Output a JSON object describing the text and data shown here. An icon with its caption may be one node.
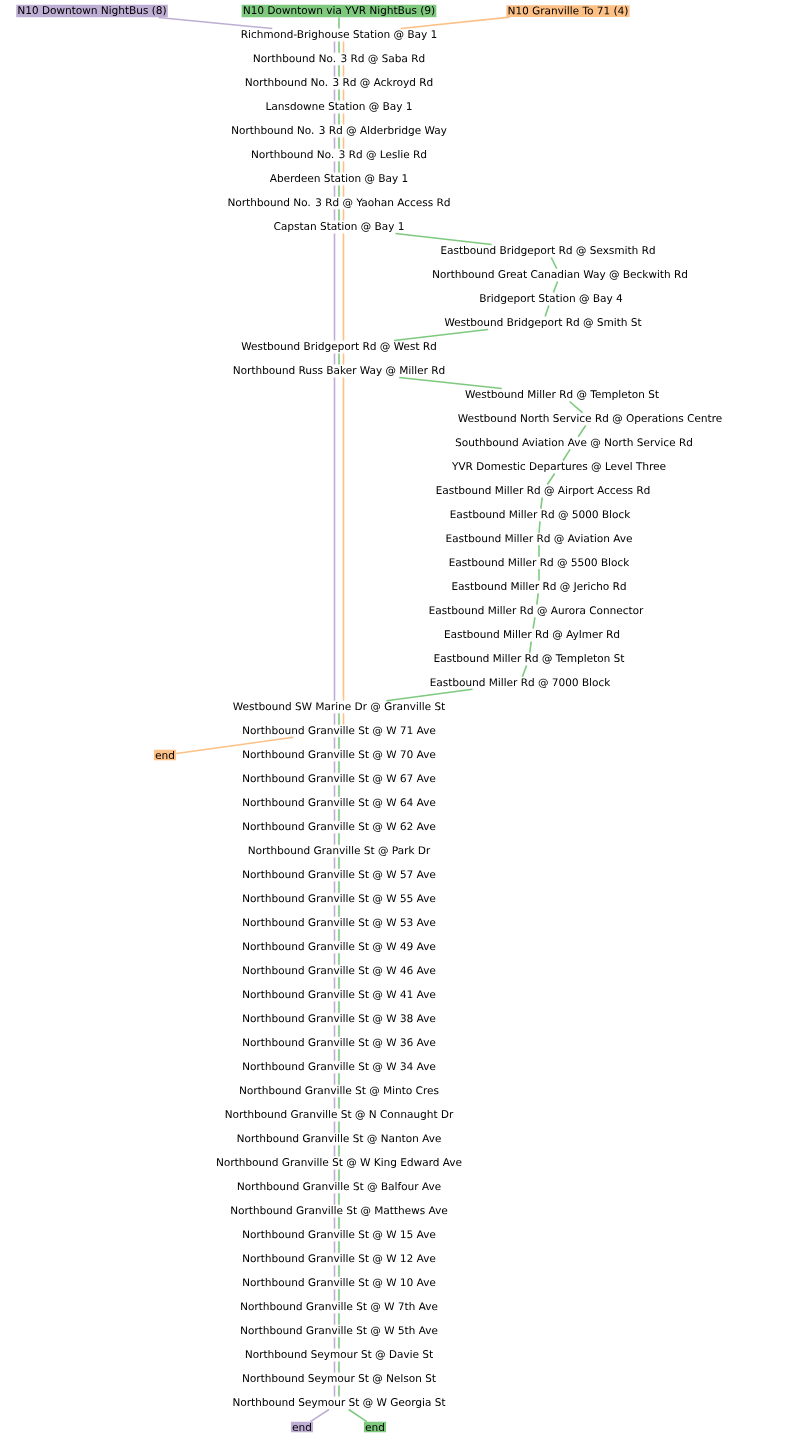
{
  "diagram": {
    "nodes": [
      {
        "text": [
          "N10 Downtown NightBus (8)"
        ]
      },
      {
        "text": [
          "N10 Downtown via YVR NightBus (9)"
        ]
      },
      {
        "text": [
          "N10 Granville To 71 (4)"
        ]
      },
      {
        "text": [
          "Richmond-Brighouse Station @ Bay 1"
        ]
      },
      {
        "text": [
          "Northbound No. 3 Rd @ Saba Rd"
        ]
      },
      {
        "text": [
          "Northbound No. 3 Rd @ Ackroyd Rd"
        ]
      },
      {
        "text": [
          "Lansdowne Station @ Bay 1"
        ]
      },
      {
        "text": [
          "Northbound No. 3 Rd @ Alderbridge Way"
        ]
      },
      {
        "text": [
          "Northbound No. 3 Rd @ Leslie Rd"
        ]
      },
      {
        "text": [
          "Aberdeen Station @ Bay 1"
        ]
      },
      {
        "text": [
          "Northbound No. 3 Rd @ Yaohan Access Rd"
        ]
      },
      {
        "text": [
          "Capstan Station @ Bay 1"
        ]
      },
      {
        "text": [
          "Eastbound Bridgeport Rd @ Sexsmith Rd"
        ]
      },
      {
        "text": [
          "Northbound Great Canadian Way @ Beckwith Rd"
        ]
      },
      {
        "text": [
          "Bridgeport Station @ Bay 4"
        ]
      },
      {
        "text": [
          "Westbound Bridgeport Rd @ Smith St"
        ]
      },
      {
        "text": [
          "Westbound Bridgeport Rd @ West Rd"
        ]
      },
      {
        "text": [
          "Northbound Russ Baker Way @ Miller Rd"
        ]
      },
      {
        "text": [
          "Westbound Miller Rd @ Templeton St"
        ]
      },
      {
        "text": [
          "Westbound North Service Rd @ Operations Centre"
        ]
      },
      {
        "text": [
          "Southbound Aviation Ave @ North Service Rd"
        ]
      },
      {
        "text": [
          "YVR Domestic Departures  @ Level Three"
        ]
      },
      {
        "text": [
          "Eastbound Miller Rd @ Airport Access Rd"
        ]
      },
      {
        "text": [
          "Eastbound Miller Rd @ 5000 Block"
        ]
      },
      {
        "text": [
          "Eastbound Miller Rd @ Aviation Ave"
        ]
      },
      {
        "text": [
          "Eastbound Miller Rd @ 5500 Block"
        ]
      },
      {
        "text": [
          "Eastbound Miller Rd @ Jericho Rd"
        ]
      },
      {
        "text": [
          "Eastbound Miller Rd @ Aurora Connector"
        ]
      },
      {
        "text": [
          "Eastbound Miller Rd @ Aylmer Rd"
        ]
      },
      {
        "text": [
          "Eastbound Miller Rd @ Templeton St"
        ]
      },
      {
        "text": [
          "Eastbound Miller Rd @ 7000 Block"
        ]
      },
      {
        "text": [
          "Westbound SW Marine Dr @ Granville St"
        ]
      },
      {
        "text": [
          "Northbound Granville St @ W 71 Ave"
        ]
      },
      {
        "text": [
          "end"
        ]
      },
      {
        "text": [
          "Northbound Granville St @ W 70 Ave"
        ]
      },
      {
        "text": [
          "Northbound Granville St @ W 67 Ave"
        ]
      },
      {
        "text": [
          "Northbound Granville St @ W 64 Ave"
        ]
      },
      {
        "text": [
          "Northbound Granville St @ W 62 Ave"
        ]
      },
      {
        "text": [
          "Northbound Granville St @ Park Dr"
        ]
      },
      {
        "text": [
          "Northbound Granville St @ W 57 Ave"
        ]
      },
      {
        "text": [
          "Northbound Granville St @ W 55 Ave"
        ]
      },
      {
        "text": [
          "Northbound Granville St @ W 53 Ave"
        ]
      },
      {
        "text": [
          "Northbound Granville St @ W 49 Ave"
        ]
      },
      {
        "text": [
          "Northbound Granville St @ W 46 Ave"
        ]
      },
      {
        "text": [
          "Northbound Granville St @ W 41 Ave"
        ]
      },
      {
        "text": [
          "Northbound Granville St @ W 38 Ave"
        ]
      },
      {
        "text": [
          "Northbound Granville St @ W 36 Ave"
        ]
      },
      {
        "text": [
          "Northbound Granville St @ W 34 Ave"
        ]
      },
      {
        "text": [
          "Northbound Granville St @ Minto Cres"
        ]
      },
      {
        "text": [
          "Northbound Granville St @ N Connaught Dr"
        ]
      },
      {
        "text": [
          "Northbound Granville St @ Nanton Ave"
        ]
      },
      {
        "text": [
          "Northbound Granville St @ W King Edward Ave"
        ]
      },
      {
        "text": [
          "Northbound Granville St @ Balfour Ave"
        ]
      },
      {
        "text": [
          "Northbound Granville St @ Matthews Ave"
        ]
      },
      {
        "text": [
          "Northbound Granville St @ W 15 Ave"
        ]
      },
      {
        "text": [
          "Northbound Granville St @ W 12 Ave"
        ]
      },
      {
        "text": [
          "Northbound Granville St @ W 10 Ave"
        ]
      },
      {
        "text": [
          "Northbound Granville St @ W 7th Ave"
        ]
      },
      {
        "text": [
          "Northbound Granville St @ W 5th Ave"
        ]
      },
      {
        "text": [
          "Northbound Seymour St @ Davie St"
        ]
      },
      {
        "text": [
          "Northbound Seymour St @ Nelson St"
        ]
      },
      {
        "text": [
          "Northbound Seymour St @ W Georgia St"
        ]
      },
      {
        "text": [
          "end"
        ]
      },
      {
        "text": [
          "end"
        ]
      }
    ],
    "edges": [
      {
        "from": 0,
        "to": 3,
        "arrow": "none",
        "color": "#beaed4"
      },
      {
        "from": 3,
        "to": 4,
        "arrow": "none",
        "color": "#beaed4"
      },
      {
        "from": 4,
        "to": 5,
        "arrow": "none",
        "color": "#beaed4"
      },
      {
        "from": 5,
        "to": 6,
        "arrow": "none",
        "color": "#beaed4"
      },
      {
        "from": 6,
        "to": 7,
        "arrow": "none",
        "color": "#beaed4"
      },
      {
        "from": 7,
        "to": 8,
        "arrow": "none",
        "color": "#beaed4"
      },
      {
        "from": 8,
        "to": 9,
        "arrow": "none",
        "color": "#beaed4"
      },
      {
        "from": 9,
        "to": 10,
        "arrow": "none",
        "color": "#beaed4"
      },
      {
        "from": 10,
        "to": 11,
        "arrow": "none",
        "color": "#beaed4"
      },
      {
        "from": 11,
        "to": 16,
        "arrow": "none",
        "color": "#beaed4"
      },
      {
        "from": 16,
        "to": 17,
        "arrow": "none",
        "color": "#beaed4"
      },
      {
        "from": 17,
        "to": 31,
        "arrow": "none",
        "color": "#beaed4"
      },
      {
        "from": 31,
        "to": 32,
        "arrow": "none",
        "color": "#beaed4"
      },
      {
        "from": 32,
        "to": 34,
        "arrow": "none",
        "color": "#beaed4"
      },
      {
        "from": 34,
        "to": 35,
        "arrow": "none",
        "color": "#beaed4"
      },
      {
        "from": 35,
        "to": 36,
        "arrow": "none",
        "color": "#beaed4"
      },
      {
        "from": 36,
        "to": 37,
        "arrow": "none",
        "color": "#beaed4"
      },
      {
        "from": 37,
        "to": 38,
        "arrow": "none",
        "color": "#beaed4"
      },
      {
        "from": 38,
        "to": 39,
        "arrow": "none",
        "color": "#beaed4"
      },
      {
        "from": 39,
        "to": 40,
        "arrow": "none",
        "color": "#beaed4"
      },
      {
        "from": 40,
        "to": 41,
        "arrow": "none",
        "color": "#beaed4"
      },
      {
        "from": 41,
        "to": 42,
        "arrow": "none",
        "color": "#beaed4"
      },
      {
        "from": 42,
        "to": 43,
        "arrow": "none",
        "color": "#beaed4"
      },
      {
        "from": 43,
        "to": 44,
        "arrow": "none",
        "color": "#beaed4"
      },
      {
        "from": 44,
        "to": 45,
        "arrow": "none",
        "color": "#beaed4"
      },
      {
        "from": 45,
        "to": 46,
        "arrow": "none",
        "color": "#beaed4"
      },
      {
        "from": 46,
        "to": 47,
        "arrow": "none",
        "color": "#beaed4"
      },
      {
        "from": 47,
        "to": 48,
        "arrow": "none",
        "color": "#beaed4"
      },
      {
        "from": 48,
        "to": 49,
        "arrow": "none",
        "color": "#beaed4"
      },
      {
        "from": 49,
        "to": 50,
        "arrow": "none",
        "color": "#beaed4"
      },
      {
        "from": 50,
        "to": 51,
        "arrow": "none",
        "color": "#beaed4"
      },
      {
        "from": 51,
        "to": 52,
        "arrow": "none",
        "color": "#beaed4"
      },
      {
        "from": 52,
        "to": 53,
        "arrow": "none",
        "color": "#beaed4"
      },
      {
        "from": 53,
        "to": 54,
        "arrow": "none",
        "color": "#beaed4"
      },
      {
        "from": 54,
        "to": 55,
        "arrow": "none",
        "color": "#beaed4"
      },
      {
        "from": 55,
        "to": 56,
        "arrow": "none",
        "color": "#beaed4"
      },
      {
        "from": 56,
        "to": 57,
        "arrow": "none",
        "color": "#beaed4"
      },
      {
        "from": 57,
        "to": 58,
        "arrow": "none",
        "color": "#beaed4"
      },
      {
        "from": 58,
        "to": 59,
        "arrow": "none",
        "color": "#beaed4"
      },
      {
        "from": 59,
        "to": 60,
        "arrow": "none",
        "color": "#beaed4"
      },
      {
        "from": 60,
        "to": 61,
        "arrow": "none",
        "color": "#beaed4"
      },
      {
        "from": 61,
        "to": 62,
        "arrow": "none",
        "color": "#beaed4"
      },
      {
        "from": 1,
        "to": 3,
        "arrow": "none",
        "color": "#7fc97f"
      },
      {
        "from": 3,
        "to": 4,
        "arrow": "none",
        "color": "#7fc97f"
      },
      {
        "from": 4,
        "to": 5,
        "arrow": "none",
        "color": "#7fc97f"
      },
      {
        "from": 5,
        "to": 6,
        "arrow": "none",
        "color": "#7fc97f"
      },
      {
        "from": 6,
        "to": 7,
        "arrow": "none",
        "color": "#7fc97f"
      },
      {
        "from": 7,
        "to": 8,
        "arrow": "none",
        "color": "#7fc97f"
      },
      {
        "from": 8,
        "to": 9,
        "arrow": "none",
        "color": "#7fc97f"
      },
      {
        "from": 9,
        "to": 10,
        "arrow": "none",
        "color": "#7fc97f"
      },
      {
        "from": 10,
        "to": 11,
        "arrow": "none",
        "color": "#7fc97f"
      },
      {
        "from": 11,
        "to": 12,
        "arrow": "none",
        "color": "#7fc97f"
      },
      {
        "from": 12,
        "to": 13,
        "arrow": "none",
        "color": "#7fc97f"
      },
      {
        "from": 13,
        "to": 14,
        "arrow": "none",
        "color": "#7fc97f"
      },
      {
        "from": 14,
        "to": 15,
        "arrow": "none",
        "color": "#7fc97f"
      },
      {
        "from": 15,
        "to": 16,
        "arrow": "none",
        "color": "#7fc97f"
      },
      {
        "from": 16,
        "to": 17,
        "arrow": "none",
        "color": "#7fc97f"
      },
      {
        "from": 17,
        "to": 18,
        "arrow": "none",
        "color": "#7fc97f"
      },
      {
        "from": 18,
        "to": 19,
        "arrow": "none",
        "color": "#7fc97f"
      },
      {
        "from": 19,
        "to": 20,
        "arrow": "none",
        "color": "#7fc97f"
      },
      {
        "from": 20,
        "to": 21,
        "arrow": "none",
        "color": "#7fc97f"
      },
      {
        "from": 21,
        "to": 22,
        "arrow": "none",
        "color": "#7fc97f"
      },
      {
        "from": 22,
        "to": 23,
        "arrow": "none",
        "color": "#7fc97f"
      },
      {
        "from": 23,
        "to": 24,
        "arrow": "none",
        "color": "#7fc97f"
      },
      {
        "from": 24,
        "to": 25,
        "arrow": "none",
        "color": "#7fc97f"
      },
      {
        "from": 25,
        "to": 26,
        "arrow": "none",
        "color": "#7fc97f"
      },
      {
        "from": 26,
        "to": 27,
        "arrow": "none",
        "color": "#7fc97f"
      },
      {
        "from": 27,
        "to": 28,
        "arrow": "none",
        "color": "#7fc97f"
      },
      {
        "from": 28,
        "to": 29,
        "arrow": "none",
        "color": "#7fc97f"
      },
      {
        "from": 29,
        "to": 30,
        "arrow": "none",
        "color": "#7fc97f"
      },
      {
        "from": 30,
        "to": 31,
        "arrow": "none",
        "color": "#7fc97f"
      },
      {
        "from": 31,
        "to": 32,
        "arrow": "none",
        "color": "#7fc97f"
      },
      {
        "from": 32,
        "to": 34,
        "arrow": "none",
        "color": "#7fc97f"
      },
      {
        "from": 34,
        "to": 35,
        "arrow": "none",
        "color": "#7fc97f"
      },
      {
        "from": 35,
        "to": 36,
        "arrow": "none",
        "color": "#7fc97f"
      },
      {
        "from": 36,
        "to": 37,
        "arrow": "none",
        "color": "#7fc97f"
      },
      {
        "from": 37,
        "to": 38,
        "arrow": "none",
        "color": "#7fc97f"
      },
      {
        "from": 38,
        "to": 39,
        "arrow": "none",
        "color": "#7fc97f"
      },
      {
        "from": 39,
        "to": 40,
        "arrow": "none",
        "color": "#7fc97f"
      },
      {
        "from": 40,
        "to": 41,
        "arrow": "none",
        "color": "#7fc97f"
      },
      {
        "from": 41,
        "to": 42,
        "arrow": "none",
        "color": "#7fc97f"
      },
      {
        "from": 42,
        "to": 43,
        "arrow": "none",
        "color": "#7fc97f"
      },
      {
        "from": 43,
        "to": 44,
        "arrow": "none",
        "color": "#7fc97f"
      },
      {
        "from": 44,
        "to": 45,
        "arrow": "none",
        "color": "#7fc97f"
      },
      {
        "from": 45,
        "to": 46,
        "arrow": "none",
        "color": "#7fc97f"
      },
      {
        "from": 46,
        "to": 47,
        "arrow": "none",
        "color": "#7fc97f"
      },
      {
        "from": 47,
        "to": 48,
        "arrow": "none",
        "color": "#7fc97f"
      },
      {
        "from": 48,
        "to": 49,
        "arrow": "none",
        "color": "#7fc97f"
      },
      {
        "from": 49,
        "to": 50,
        "arrow": "none",
        "color": "#7fc97f"
      },
      {
        "from": 50,
        "to": 51,
        "arrow": "none",
        "color": "#7fc97f"
      },
      {
        "from": 51,
        "to": 52,
        "arrow": "none",
        "color": "#7fc97f"
      },
      {
        "from": 52,
        "to": 53,
        "arrow": "none",
        "color": "#7fc97f"
      },
      {
        "from": 53,
        "to": 54,
        "arrow": "none",
        "color": "#7fc97f"
      },
      {
        "from": 54,
        "to": 55,
        "arrow": "none",
        "color": "#7fc97f"
      },
      {
        "from": 55,
        "to": 56,
        "arrow": "none",
        "color": "#7fc97f"
      },
      {
        "from": 56,
        "to": 57,
        "arrow": "none",
        "color": "#7fc97f"
      },
      {
        "from": 57,
        "to": 58,
        "arrow": "none",
        "color": "#7fc97f"
      },
      {
        "from": 58,
        "to": 59,
        "arrow": "none",
        "color": "#7fc97f"
      },
      {
        "from": 59,
        "to": 60,
        "arrow": "none",
        "color": "#7fc97f"
      },
      {
        "from": 60,
        "to": 61,
        "arrow": "none",
        "color": "#7fc97f"
      },
      {
        "from": 61,
        "to": 63,
        "arrow": "none",
        "color": "#7fc97f"
      },
      {
        "from": 2,
        "to": 3,
        "arrow": "none",
        "color": "#fdc086"
      },
      {
        "from": 3,
        "to": 4,
        "arrow": "none",
        "color": "#fdc086"
      },
      {
        "from": 4,
        "to": 5,
        "arrow": "none",
        "color": "#fdc086"
      },
      {
        "from": 5,
        "to": 6,
        "arrow": "none",
        "color": "#fdc086"
      },
      {
        "from": 6,
        "to": 7,
        "arrow": "none",
        "color": "#fdc086"
      },
      {
        "from": 7,
        "to": 8,
        "arrow": "none",
        "color": "#fdc086"
      },
      {
        "from": 8,
        "to": 9,
        "arrow": "none",
        "color": "#fdc086"
      },
      {
        "from": 9,
        "to": 10,
        "arrow": "none",
        "color": "#fdc086"
      },
      {
        "from": 10,
        "to": 11,
        "arrow": "none",
        "color": "#fdc086"
      },
      {
        "from": 11,
        "to": 16,
        "arrow": "none",
        "color": "#fdc086"
      },
      {
        "from": 16,
        "to": 17,
        "arrow": "none",
        "color": "#fdc086"
      },
      {
        "from": 17,
        "to": 31,
        "arrow": "none",
        "color": "#fdc086"
      },
      {
        "from": 31,
        "to": 32,
        "arrow": "none",
        "color": "#fdc086"
      },
      {
        "from": 32,
        "to": 33,
        "arrow": "none",
        "color": "#fdc086"
      }
    ]
  }
}
